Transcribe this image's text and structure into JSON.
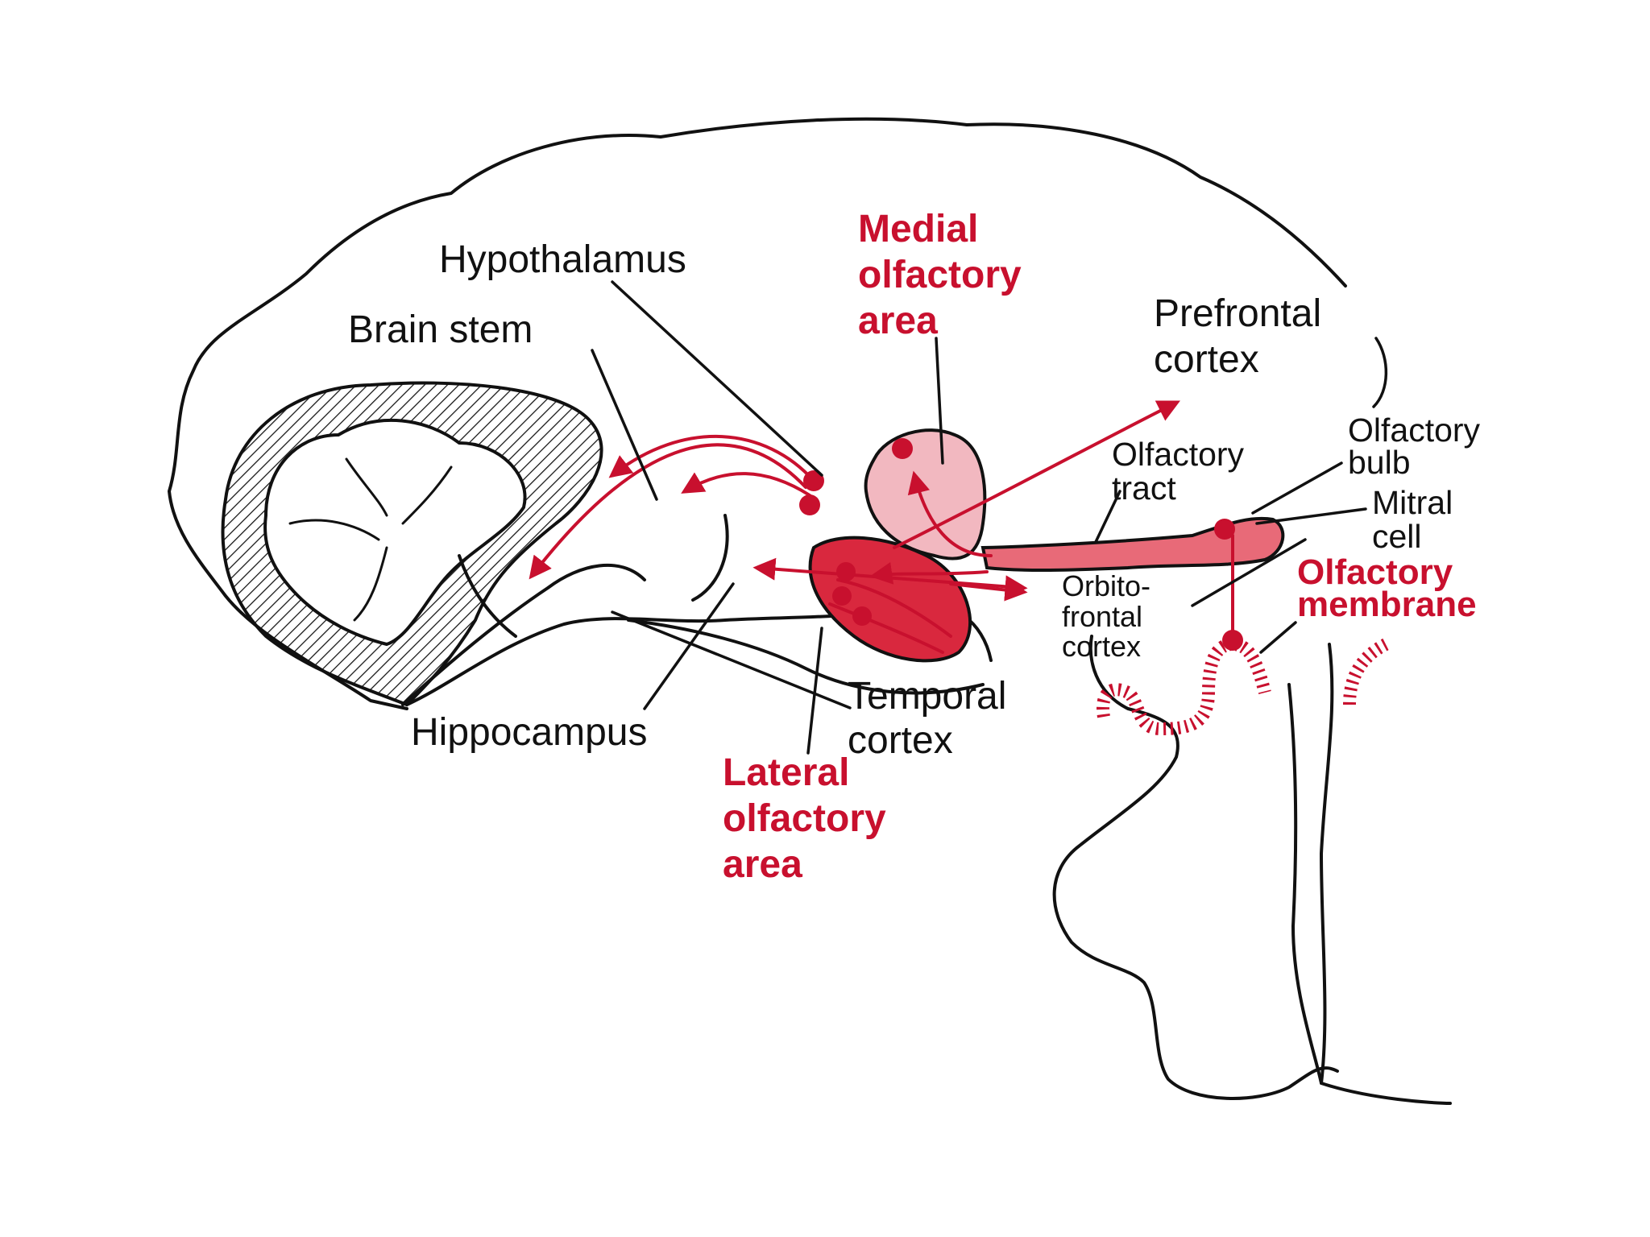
{
  "labels": {
    "hypothalamus": "Hypothalamus",
    "brain_stem": "Brain stem",
    "hippocampus": "Hippocampus",
    "temporal_cortex_line1": "Temporal",
    "temporal_cortex_line2": "cortex",
    "medial_line1": "Medial",
    "medial_line2": "olfactory",
    "medial_line3": "area",
    "lateral_line1": "Lateral",
    "lateral_line2": "olfactory",
    "lateral_line3": "area",
    "prefrontal_line1": "Prefrontal",
    "prefrontal_line2": "cortex",
    "olfactory_tract_line1": "Olfactory",
    "olfactory_tract_line2": "tract",
    "olfactory_bulb_line1": "Olfactory",
    "olfactory_bulb_line2": "bulb",
    "mitral_line1": "Mitral",
    "mitral_line2": "cell",
    "orbito_line1": "Orbito-",
    "orbito_line2": "frontal",
    "orbito_line3": "cortex",
    "membrane_line1": "Olfactory",
    "membrane_line2": "membrane"
  },
  "colors": {
    "accent_red": "#c8102e",
    "medial_fill": "#f2b8c0",
    "lateral_fill": "#d9283e",
    "tract_fill": "#e86a78",
    "outline": "#111111"
  }
}
